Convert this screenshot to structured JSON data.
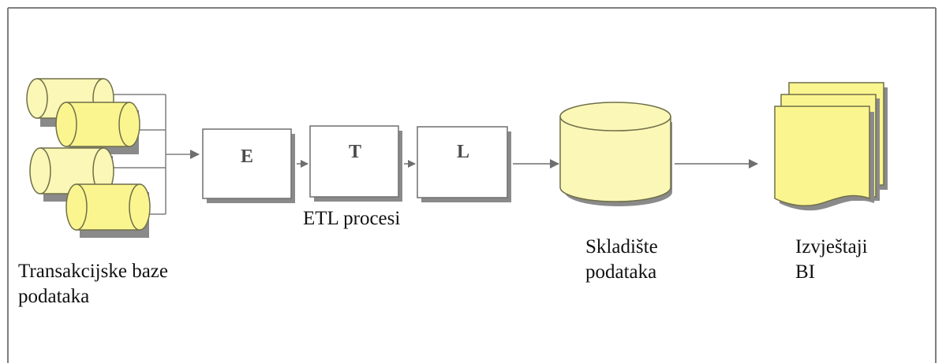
{
  "source": {
    "label_line1": "Transakcijske baze",
    "label_line2": "podataka"
  },
  "etl": {
    "steps": [
      "E",
      "T",
      "L"
    ],
    "caption": "ETL procesi"
  },
  "warehouse": {
    "label_line1": "Skladište",
    "label_line2": "podataka"
  },
  "reports": {
    "label_line1": "Izvještaji",
    "label_line2": "BI"
  },
  "colors": {
    "cylinder_fill": "#fbf7b6",
    "cylinder_stroke": "#6f6f4a",
    "document_fill": "#fbf58f",
    "shadow": "#8a8a8a",
    "line": "#6f6f6f",
    "frame": "#7f7f7f"
  }
}
